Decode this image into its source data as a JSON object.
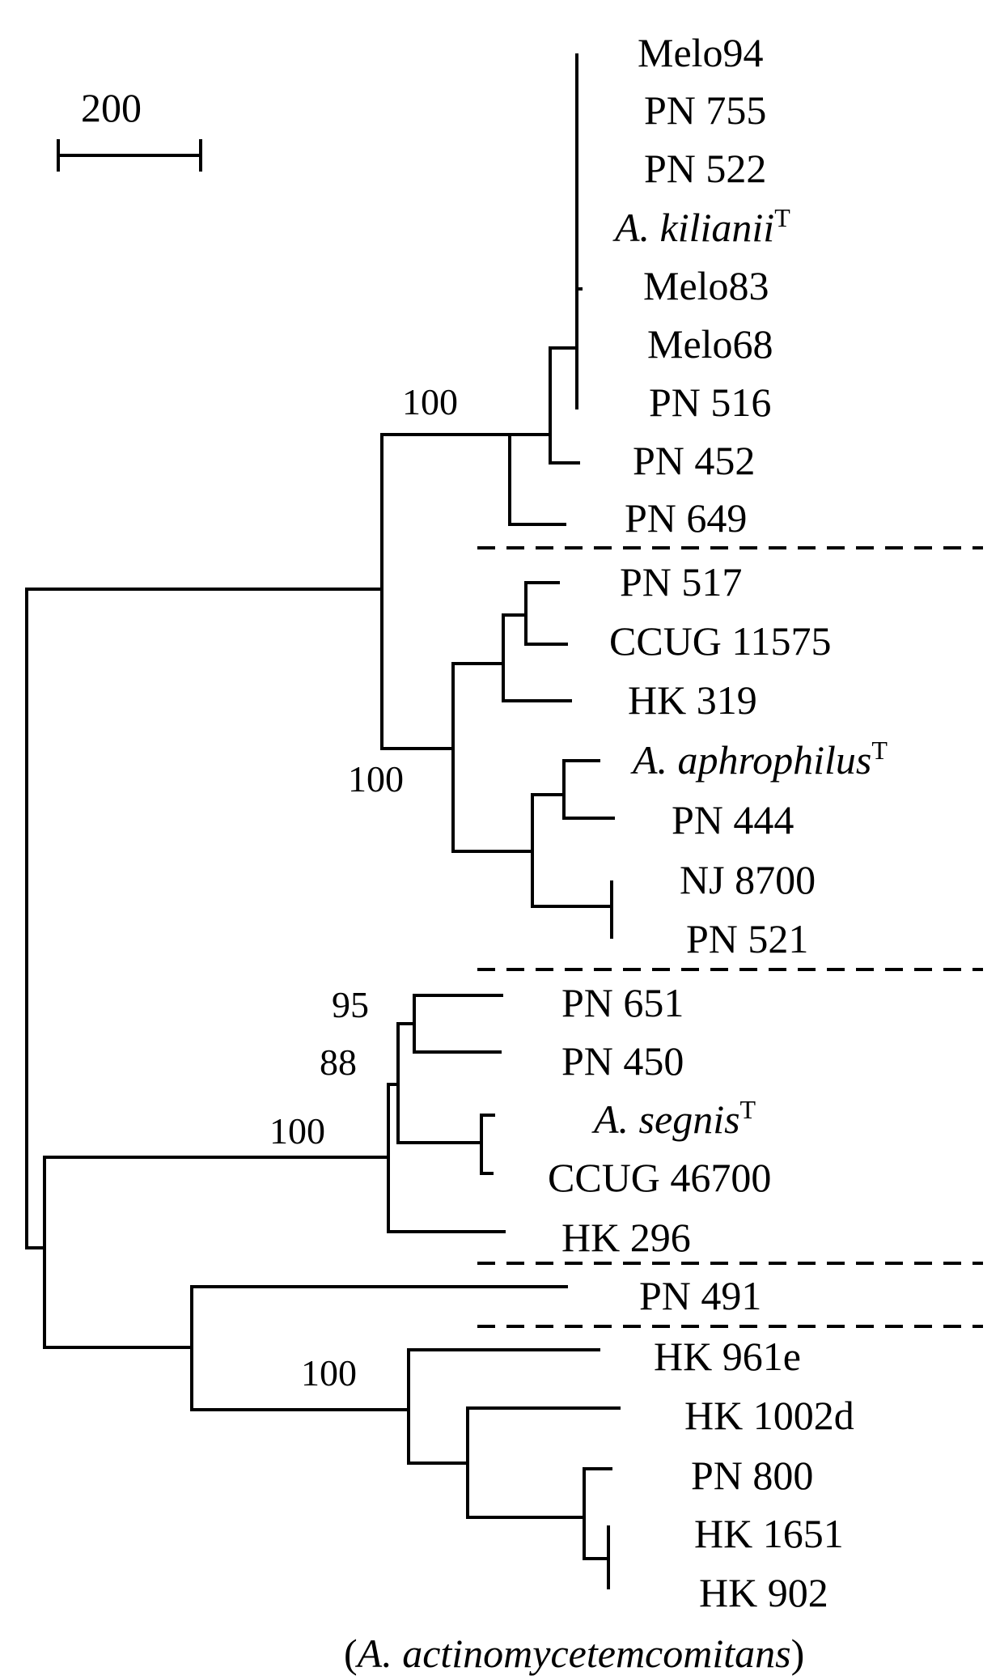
{
  "scale_bar": {
    "label": "200"
  },
  "taxa": [
    {
      "name": "Melo94"
    },
    {
      "name": "PN 755"
    },
    {
      "name": "PN 522"
    },
    {
      "name": "A. kilianii",
      "italic": true,
      "sup": "T"
    },
    {
      "name": "Melo83"
    },
    {
      "name": "Melo68"
    },
    {
      "name": "PN 516"
    },
    {
      "name": "PN 452"
    },
    {
      "name": "PN 649"
    },
    {
      "name": "PN 517"
    },
    {
      "name": "CCUG 11575"
    },
    {
      "name": "HK 319"
    },
    {
      "name": "A. aphrophilus",
      "italic": true,
      "sup": "T"
    },
    {
      "name": "PN 444"
    },
    {
      "name": "NJ 8700"
    },
    {
      "name": "PN 521"
    },
    {
      "name": "PN 651"
    },
    {
      "name": "PN 450"
    },
    {
      "name": "A. segnis",
      "italic": true,
      "sup": "T"
    },
    {
      "name": "CCUG 46700"
    },
    {
      "name": "HK 296"
    },
    {
      "name": "PN 491"
    },
    {
      "name": "HK 961e"
    },
    {
      "name": "HK 1002d"
    },
    {
      "name": "PN 800"
    },
    {
      "name": "HK 1651"
    },
    {
      "name": "HK 902"
    }
  ],
  "group_note": {
    "open": "(",
    "name": "A. actinomycetemcomitans",
    "close": ")"
  },
  "support_values": [
    "100",
    "100",
    "95",
    "88",
    "100",
    "100"
  ]
}
